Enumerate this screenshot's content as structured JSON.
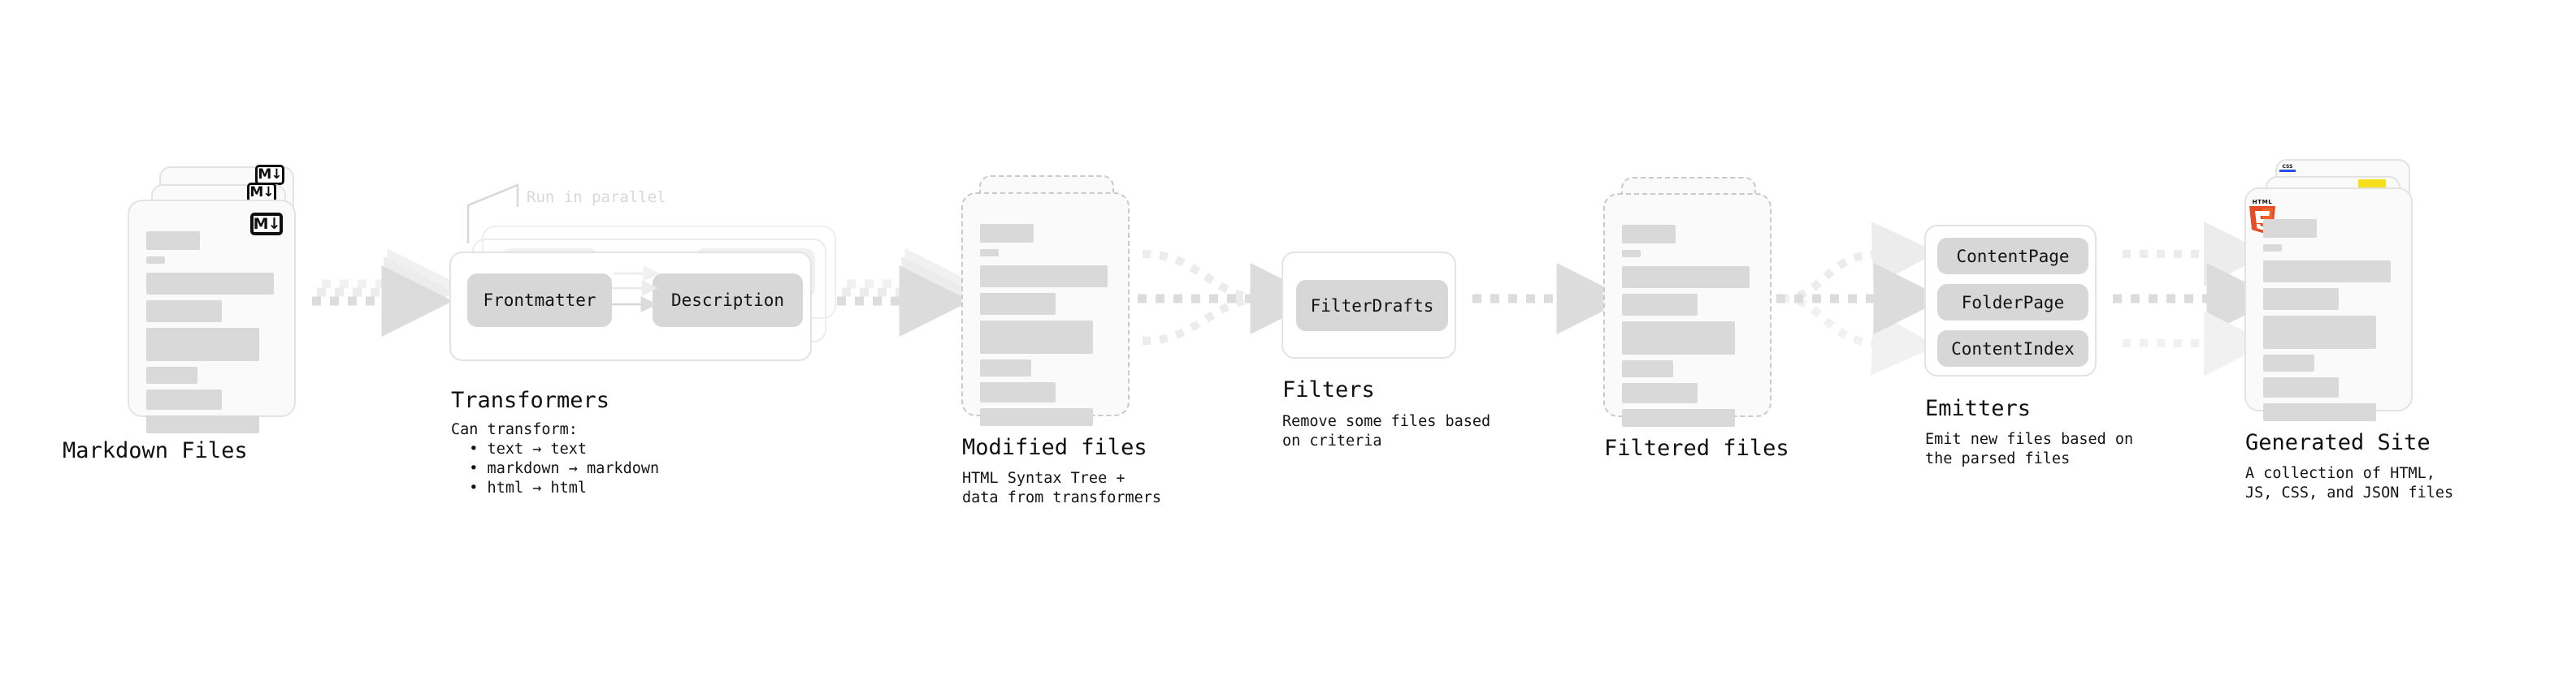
{
  "diagram": {
    "stages": [
      {
        "id": "markdown-files",
        "title": "Markdown Files",
        "subtitle": "",
        "badge": "M↓"
      },
      {
        "id": "transformers",
        "title": "Transformers",
        "subtitle": "Can transform:\n  • text → text\n  • markdown → markdown\n  • html → html",
        "note": "Run in parallel",
        "items": [
          "Frontmatter",
          "Description"
        ]
      },
      {
        "id": "modified-files",
        "title": "Modified files",
        "subtitle": "HTML Syntax Tree +\ndata from transformers"
      },
      {
        "id": "filters",
        "title": "Filters",
        "subtitle": "Remove some files based\non criteria",
        "items": [
          "FilterDrafts"
        ]
      },
      {
        "id": "filtered-files",
        "title": "Filtered files",
        "subtitle": ""
      },
      {
        "id": "emitters",
        "title": "Emitters",
        "subtitle": "Emit new files based on\nthe parsed files",
        "items": [
          "ContentPage",
          "FolderPage",
          "ContentIndex"
        ]
      },
      {
        "id": "generated-site",
        "title": "Generated Site",
        "subtitle": "A collection of HTML,\nJS, CSS, and JSON files",
        "badges": [
          "HTML5",
          "JS",
          "CSS"
        ]
      }
    ],
    "colors": {
      "background": "#ffffff",
      "text": "#141414",
      "card_fill": "#fafafa",
      "card_border": "#e3e3e3",
      "content_bar": "#d9d9d9",
      "pill_fill": "#d7d7d7",
      "arrow": "#dcdcdc",
      "ghost_text": "#d8d8d8",
      "html5_orange": "#e44d26",
      "html5_orange_light": "#f16529",
      "js_yellow": "#f7df1e",
      "css_blue": "#264de4"
    }
  }
}
